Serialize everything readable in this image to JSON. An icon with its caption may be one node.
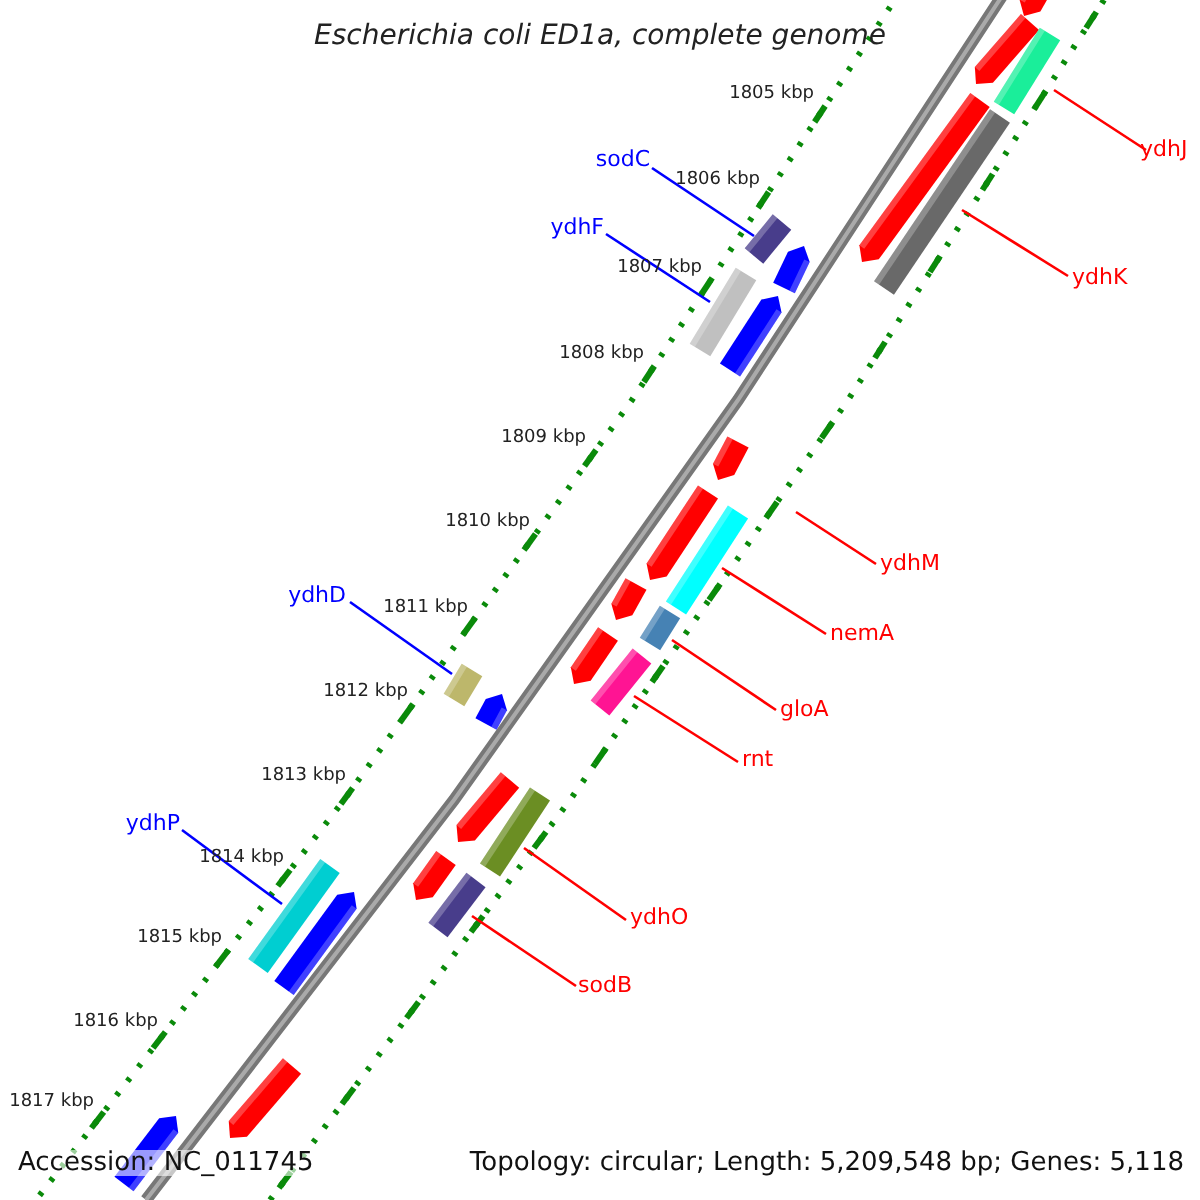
{
  "diagram": {
    "title": "Escherichia coli ED1a, complete genome",
    "nodes": [
      {
        "text": [
          "ydhJ"
        ]
      },
      {
        "text": [
          "sodC"
        ]
      },
      {
        "text": [
          "ydhF"
        ]
      },
      {
        "text": [
          "ydhK"
        ]
      },
      {
        "text": [
          "ydhM"
        ]
      },
      {
        "text": [
          "ydhD"
        ]
      },
      {
        "text": [
          "nemA"
        ]
      },
      {
        "text": [
          "gloA"
        ]
      },
      {
        "text": [
          "rnt"
        ]
      },
      {
        "text": [
          "ydhP"
        ]
      },
      {
        "text": [
          "ydhO"
        ]
      },
      {
        "text": [
          "sodB"
        ]
      },
      {
        "text": [],
        "shape": "bar"
      },
      {
        "text": [],
        "shape": "bar"
      },
      {
        "text": [],
        "shape": "bar"
      },
      {
        "text": [],
        "shape": "bar"
      },
      {
        "text": [],
        "shape": "bar"
      },
      {
        "text": [],
        "shape": "bar"
      },
      {
        "text": [],
        "shape": "bar"
      },
      {
        "text": [],
        "shape": "bar"
      },
      {
        "text": [],
        "shape": "bar"
      },
      {
        "text": [],
        "shape": "bar"
      },
      {
        "text": [],
        "shape": "bar"
      }
    ],
    "edges": [
      {
        "from": 0,
        "to": 12,
        "arrow": "none"
      },
      {
        "from": 1,
        "to": 14,
        "arrow": "none",
        "color": "#0000ff"
      },
      {
        "from": 2,
        "to": 15,
        "arrow": "none",
        "color": "#0000ff"
      },
      {
        "from": 3,
        "to": 13,
        "arrow": "none"
      },
      {
        "from": 4,
        "to": null,
        "arrow": "none"
      },
      {
        "from": 5,
        "to": 19,
        "arrow": "none",
        "color": "#0000ff"
      },
      {
        "from": 6,
        "to": 16,
        "arrow": "none"
      },
      {
        "from": 7,
        "to": 17,
        "arrow": "none"
      },
      {
        "from": 8,
        "to": 18,
        "arrow": "none"
      },
      {
        "from": 9,
        "to": 21,
        "arrow": "none",
        "color": "#0000ff"
      },
      {
        "from": 10,
        "to": 20,
        "arrow": "none"
      },
      {
        "from": 11,
        "to": 22,
        "arrow": "none"
      }
    ],
    "labels": [
      "1805 kbp",
      "1806 kbp",
      "1807 kbp",
      "1808 kbp",
      "1809 kbp",
      "1810 kbp",
      "1811 kbp",
      "1812 kbp",
      "1813 kbp",
      "1814 kbp",
      "1815 kbp",
      "1816 kbp",
      "1817 kbp",
      "Accession: NC_011745",
      "Topology: circular; Length: 5,209,548 bp; Genes: 5,118"
    ]
  }
}
